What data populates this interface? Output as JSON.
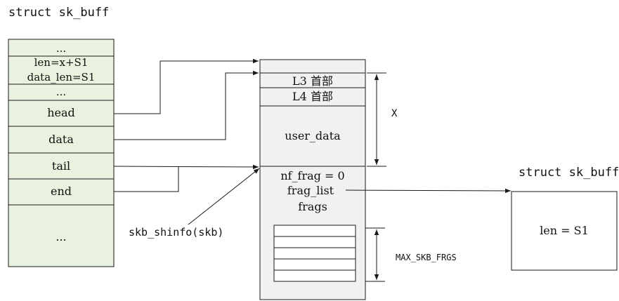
{
  "left_struct": {
    "title": "struct sk_buff",
    "fields": [
      "...",
      "len=x+S1",
      "data_len=S1",
      "...",
      "head",
      "data",
      "tail",
      "end",
      "..."
    ]
  },
  "buffer": {
    "header_rows": [
      "L3 首部",
      "L4 首部"
    ],
    "user_data": "user_data",
    "shinfo_fields": [
      "nf_frag = 0",
      "frag_list",
      "frags"
    ],
    "dimension_x": "X",
    "max_frags": "MAX_SKB_FRGS",
    "shinfo_pointer_label": "skb_shinfo(skb)"
  },
  "right_struct": {
    "title": "struct sk_buff",
    "content": "len = S1"
  },
  "colors": {
    "left_fill": "#e9f1df",
    "buffer_fill": "#f1f1f1",
    "line": "#1a1a1a"
  }
}
